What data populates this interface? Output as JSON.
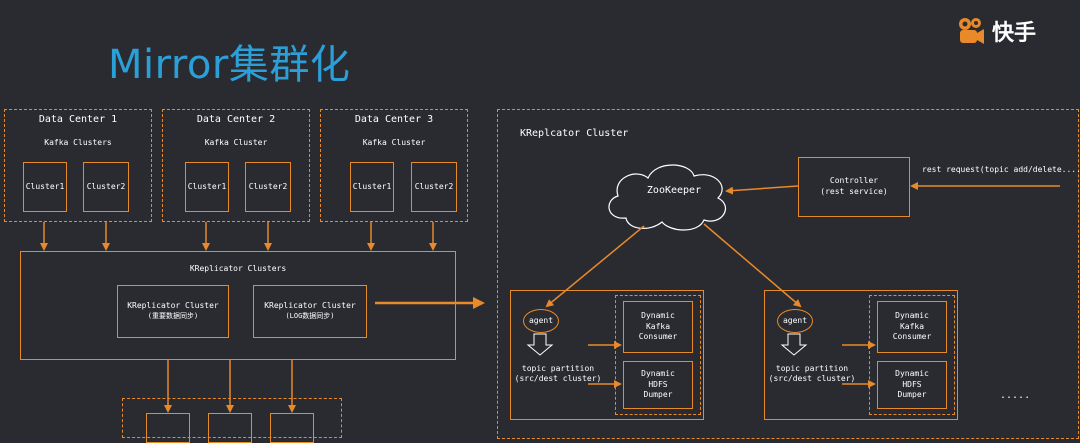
{
  "title": "Mirror集群化",
  "logo": {
    "text": "快手",
    "icon": "kuaishou-logo-icon"
  },
  "data_centers": [
    {
      "name": "Data Center 1",
      "subtitle": "Kafka Clusters",
      "clusters": [
        "Cluster1",
        "Cluster2"
      ]
    },
    {
      "name": "Data Center 2",
      "subtitle": "Kafka Cluster",
      "clusters": [
        "Cluster1",
        "Cluster2"
      ]
    },
    {
      "name": "Data Center 3",
      "subtitle": "Kafka Cluster",
      "clusters": [
        "Cluster1",
        "Cluster2"
      ]
    }
  ],
  "kreplicator_clusters": {
    "title": "KReplicator Clusters",
    "items": [
      {
        "name": "KReplicator Cluster",
        "note": "(重要数据同步)"
      },
      {
        "name": "KReplicator Cluster",
        "note": "(LOG数据同步)"
      }
    ]
  },
  "krepl_cluster": {
    "title": "KReplcator Cluster",
    "zookeeper": "ZooKeeper",
    "controller": {
      "name": "Controller",
      "note": "(rest service)"
    },
    "rest_request": "rest request(topic add/delete....)",
    "nodes": [
      {
        "agent": "agent",
        "partition": "topic partition",
        "partition_note": "(src/dest cluster)",
        "consumer": [
          "Dynamic",
          "Kafka",
          "Consumer"
        ],
        "dumper": [
          "Dynamic",
          "HDFS",
          "Dumper"
        ]
      },
      {
        "agent": "agent",
        "partition": "topic partition",
        "partition_note": "(src/dest cluster)",
        "consumer": [
          "Dynamic",
          "Kafka",
          "Consumer"
        ],
        "dumper": [
          "Dynamic",
          "HDFS",
          "Dumper"
        ]
      }
    ],
    "ellipsis": "....."
  },
  "colors": {
    "accent": "#e8892a",
    "title": "#2a9fd8",
    "background": "#2a2b31"
  }
}
